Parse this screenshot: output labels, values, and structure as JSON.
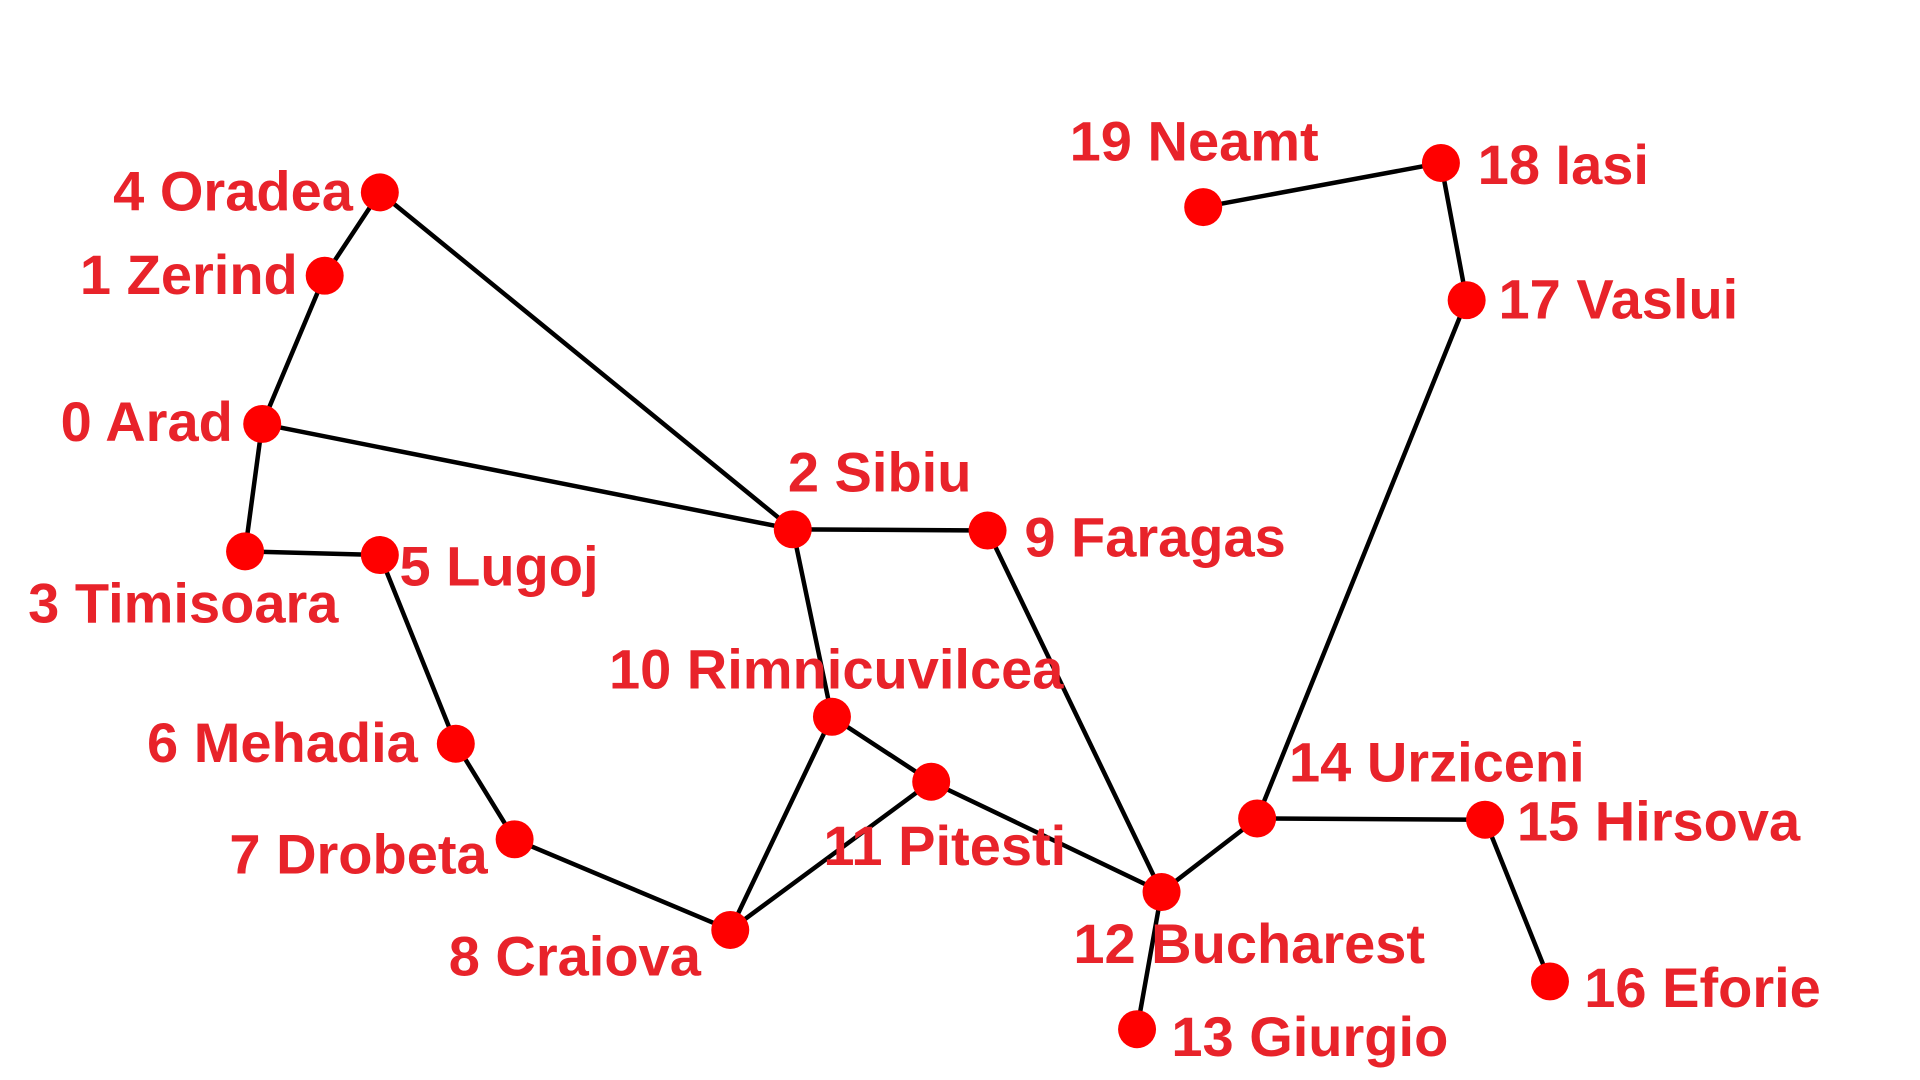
{
  "colors": {
    "background": "#ffffff",
    "node": "#ff0000",
    "label": "#e8232a",
    "edge": "#000000"
  },
  "nodes": [
    {
      "id": 0,
      "label": "0 Arad"
    },
    {
      "id": 1,
      "label": "1 Zerind"
    },
    {
      "id": 2,
      "label": "2 Sibiu"
    },
    {
      "id": 3,
      "label": "3 Timisoara"
    },
    {
      "id": 4,
      "label": "4 Oradea"
    },
    {
      "id": 5,
      "label": "5 Lugoj"
    },
    {
      "id": 6,
      "label": "6 Mehadia"
    },
    {
      "id": 7,
      "label": "7 Drobeta"
    },
    {
      "id": 8,
      "label": "8 Craiova"
    },
    {
      "id": 9,
      "label": "9 Faragas"
    },
    {
      "id": 10,
      "label": "10 Rimnicuvilcea"
    },
    {
      "id": 11,
      "label": "11 Pitesti"
    },
    {
      "id": 12,
      "label": "12 Bucharest"
    },
    {
      "id": 13,
      "label": "13 Giurgio"
    },
    {
      "id": 14,
      "label": "14 Urziceni"
    },
    {
      "id": 15,
      "label": "15 Hirsova"
    },
    {
      "id": 16,
      "label": "16 Eforie"
    },
    {
      "id": 17,
      "label": "17 Vaslui"
    },
    {
      "id": 18,
      "label": "18 Iasi"
    },
    {
      "id": 19,
      "label": "19 Neamt"
    }
  ],
  "edges": [
    [
      0,
      1
    ],
    [
      1,
      4
    ],
    [
      0,
      2
    ],
    [
      4,
      2
    ],
    [
      0,
      3
    ],
    [
      3,
      5
    ],
    [
      5,
      6
    ],
    [
      6,
      7
    ],
    [
      7,
      8
    ],
    [
      2,
      9
    ],
    [
      2,
      10
    ],
    [
      10,
      8
    ],
    [
      10,
      11
    ],
    [
      8,
      11
    ],
    [
      11,
      12
    ],
    [
      9,
      12
    ],
    [
      12,
      13
    ],
    [
      12,
      14
    ],
    [
      14,
      15
    ],
    [
      15,
      16
    ],
    [
      14,
      17
    ],
    [
      17,
      18
    ],
    [
      18,
      19
    ]
  ]
}
